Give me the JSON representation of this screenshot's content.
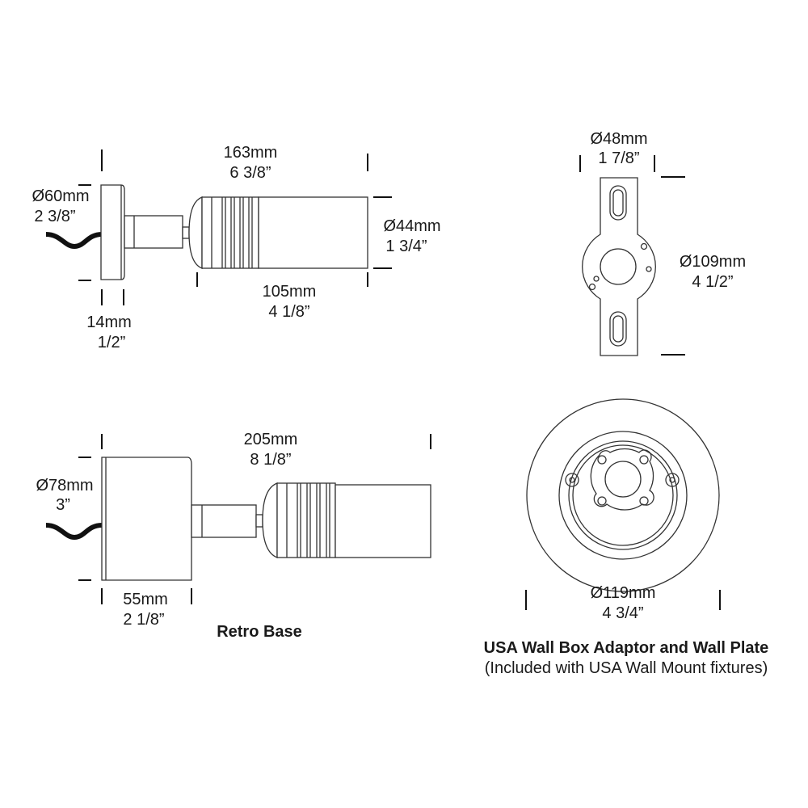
{
  "top_fixture": {
    "overall_mm": "163mm",
    "overall_in": "6 3/8”",
    "plate_dia_mm": "Ø60mm",
    "plate_dia_in": "2 3/8”",
    "body_dia_mm": "Ø44mm",
    "body_dia_in": "1 3/4”",
    "head_len_mm": "105mm",
    "head_len_in": "4 1/8”",
    "plate_depth_mm": "14mm",
    "plate_depth_in": "1/2”"
  },
  "adaptor": {
    "width_mm": "Ø48mm",
    "width_in": "1 7/8”",
    "height_mm": "Ø109mm",
    "height_in": "4 1/2”"
  },
  "retro_fixture": {
    "overall_mm": "205mm",
    "overall_in": "8 1/8”",
    "base_dia_mm": "Ø78mm",
    "base_dia_in": "3”",
    "base_depth_mm": "55mm",
    "base_depth_in": "2 1/8”",
    "caption": "Retro Base"
  },
  "wall_plate": {
    "dia_mm": "Ø119mm",
    "dia_in": "4 3/4”",
    "title": "USA Wall Box Adaptor and Wall Plate",
    "subtitle": "(Included with USA Wall Mount fixtures)"
  }
}
